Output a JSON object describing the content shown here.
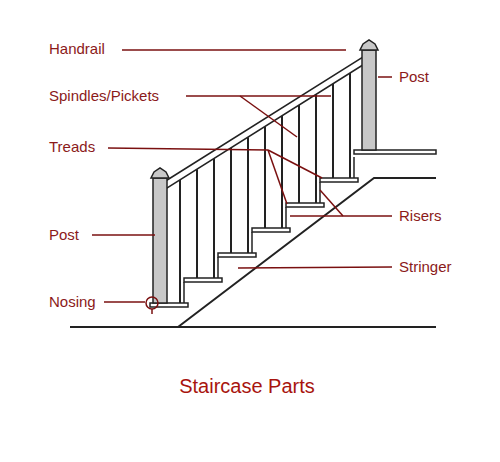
{
  "diagram": {
    "caption": "Staircase Parts",
    "labels": [
      "Handrail",
      "Spindles/Pickets",
      "Post",
      "Treads",
      "Risers",
      "Stringer",
      "Post",
      "Nosing"
    ]
  }
}
